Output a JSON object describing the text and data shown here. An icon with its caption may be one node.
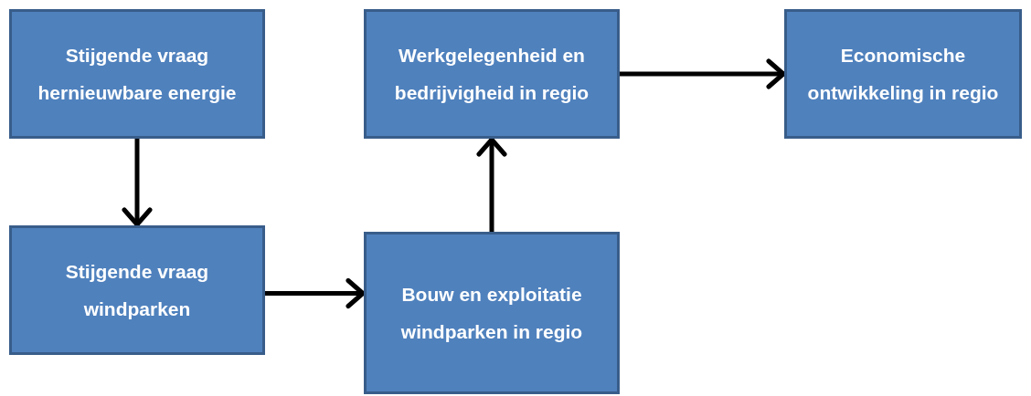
{
  "diagram": {
    "nodes": [
      {
        "text": [
          "Stijgende vraag hernieuwbare energie"
        ]
      },
      {
        "text": [
          "Stijgende vraag windparken"
        ]
      },
      {
        "text": [
          "Bouw en exploitatie windparken in regio"
        ]
      },
      {
        "text": [
          "Werkgelegenheid en bedrijvigheid in regio"
        ]
      },
      {
        "text": [
          "Economische ontwikkeling in regio"
        ]
      }
    ],
    "edges": [
      {
        "from": 0,
        "to": 1,
        "arrow": "to"
      },
      {
        "from": 1,
        "to": 2,
        "arrow": "to"
      },
      {
        "from": 2,
        "to": 3,
        "arrow": "to"
      },
      {
        "from": 3,
        "to": 4,
        "arrow": "to"
      }
    ]
  }
}
